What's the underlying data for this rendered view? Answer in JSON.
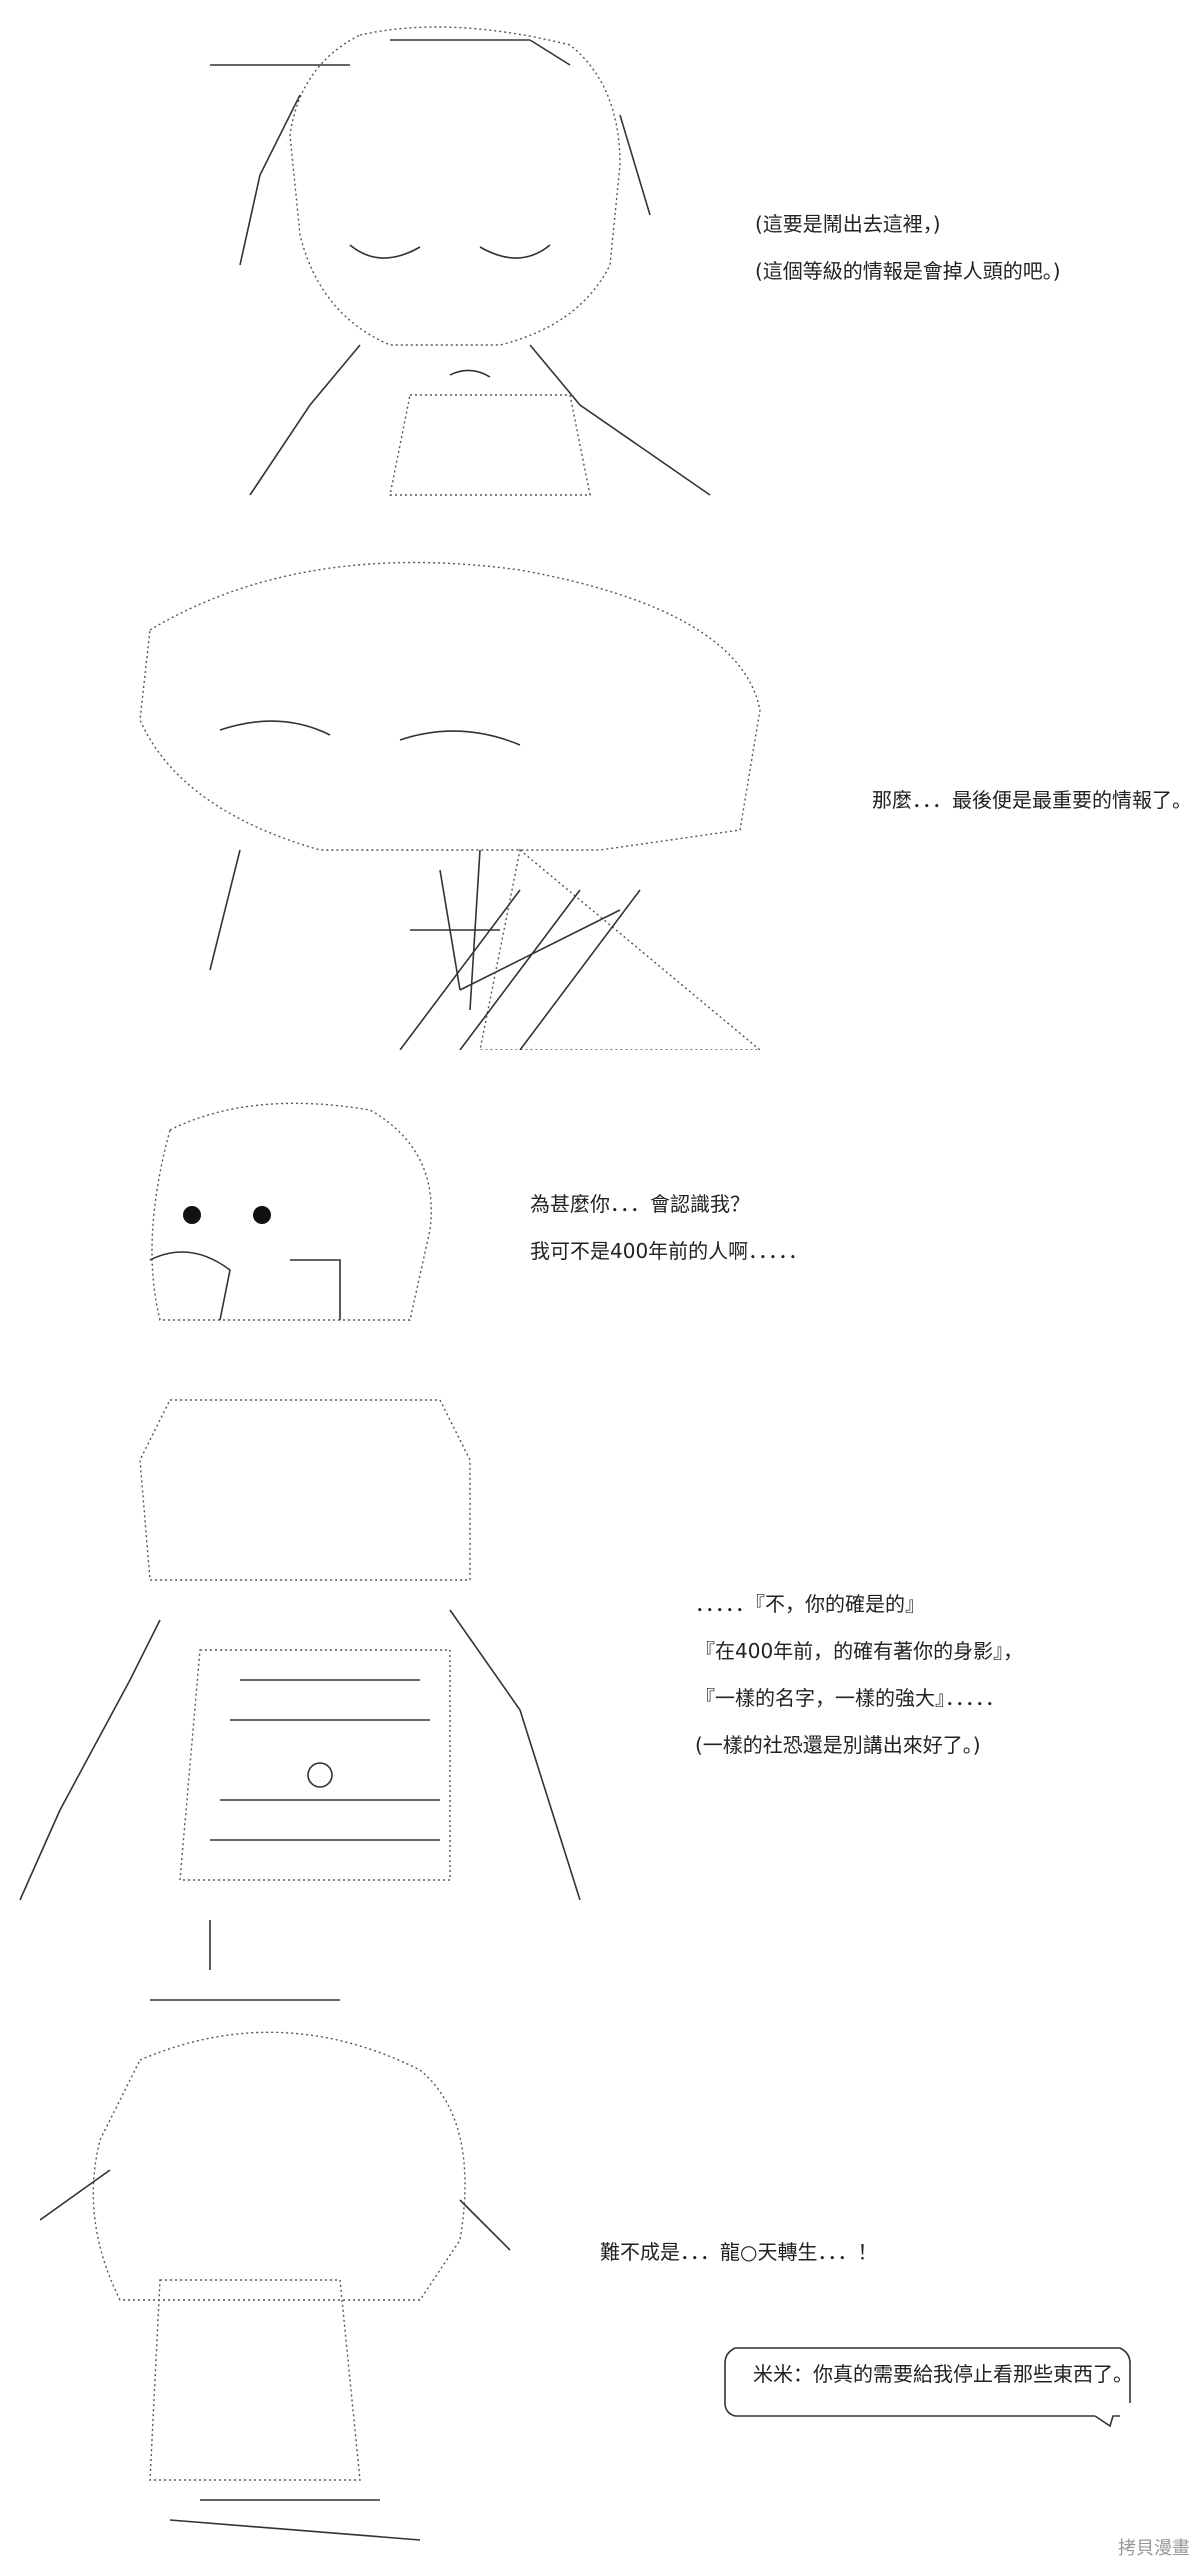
{
  "panels": [
    {
      "lines": [
        "(這要是鬧出去這裡，)",
        "(這個等級的情報是會掉人頭的吧。)"
      ]
    },
    {
      "lines": [
        "那麼．．．最後便是最重要的情報了。"
      ]
    },
    {
      "lines": [
        "為甚麼你．．．會認識我？",
        "我可不是400年前的人啊．．．．．"
      ]
    },
    {
      "lines": [
        "．．．．．『不，你的確是的』",
        "『在400年前，的確有著你的身影』，",
        "『一樣的名字，一樣的強大』．．．．．",
        "(一樣的社恐還是別講出來好了。)"
      ]
    },
    {
      "lines": [
        "難不成是．．．龍○天轉生．．．！"
      ]
    }
  ],
  "note": {
    "text": "米米：你真的需要給我停止看那些東西了。"
  },
  "watermark": "拷貝漫畫"
}
